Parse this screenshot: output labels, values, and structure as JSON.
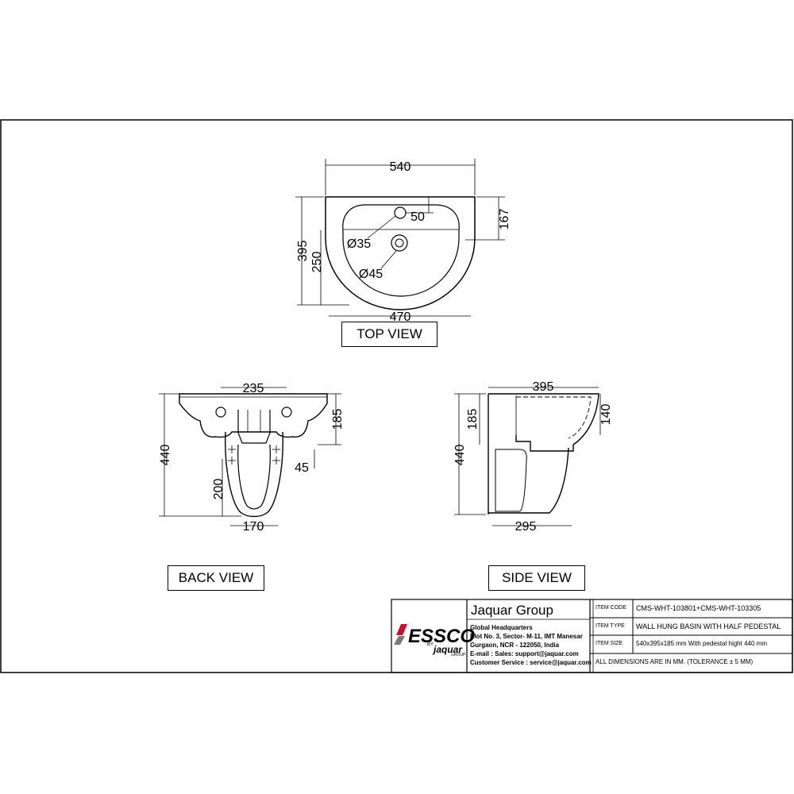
{
  "top_view": {
    "label": "TOP VIEW",
    "dims": {
      "width": "540",
      "depth": "395",
      "inner_depth": "250",
      "tap_offset": "50",
      "back_depth": "167",
      "front_width": "470",
      "tap_hole": "Ø35",
      "drain_hole": "Ø45"
    }
  },
  "back_view": {
    "label": "BACK VIEW",
    "dims": {
      "bracket_spacing": "235",
      "basin_height": "185",
      "total_height": "440",
      "outlet_offset": "45",
      "outlet_height": "200",
      "pedestal_width": "170"
    }
  },
  "side_view": {
    "label": "SIDE VIEW",
    "dims": {
      "depth": "395",
      "basin_height": "185",
      "total_height": "440",
      "front_height": "140",
      "pedestal_depth": "295"
    }
  },
  "title_block": {
    "logo_text": "ESSCO",
    "logo_by": "BY",
    "logo_jaquar": "jaquar",
    "logo_group": "GROUP",
    "company": "Jaquar Group",
    "address_lines": [
      "Global Headquarters",
      "Plot No. 3, Sector- M-11, IMT Manesar",
      "Gurgaon, NCR - 122050, India",
      "E-mail :  Sales: support@jaquar.com",
      "Customer Service  :  service@jaquar.com"
    ],
    "item_code_label": "ITEM CODE",
    "item_code": "CMS-WHT-103801+CMS-WHT-103305",
    "item_type_label": "ITEM TYPE",
    "item_type": "WALL HUNG BASIN WITH HALF PEDESTAL",
    "item_size_label": "ITEM SIZE",
    "item_size": "540x395x185 mm With pedestal hight 440 mm",
    "note": "ALL DIMENSIONS ARE IN MM. (TOLERANCE ± 5 MM)"
  },
  "colors": {
    "line": "#000000",
    "logo_red": "#c8102e",
    "logo_gray": "#7a7a7a"
  }
}
